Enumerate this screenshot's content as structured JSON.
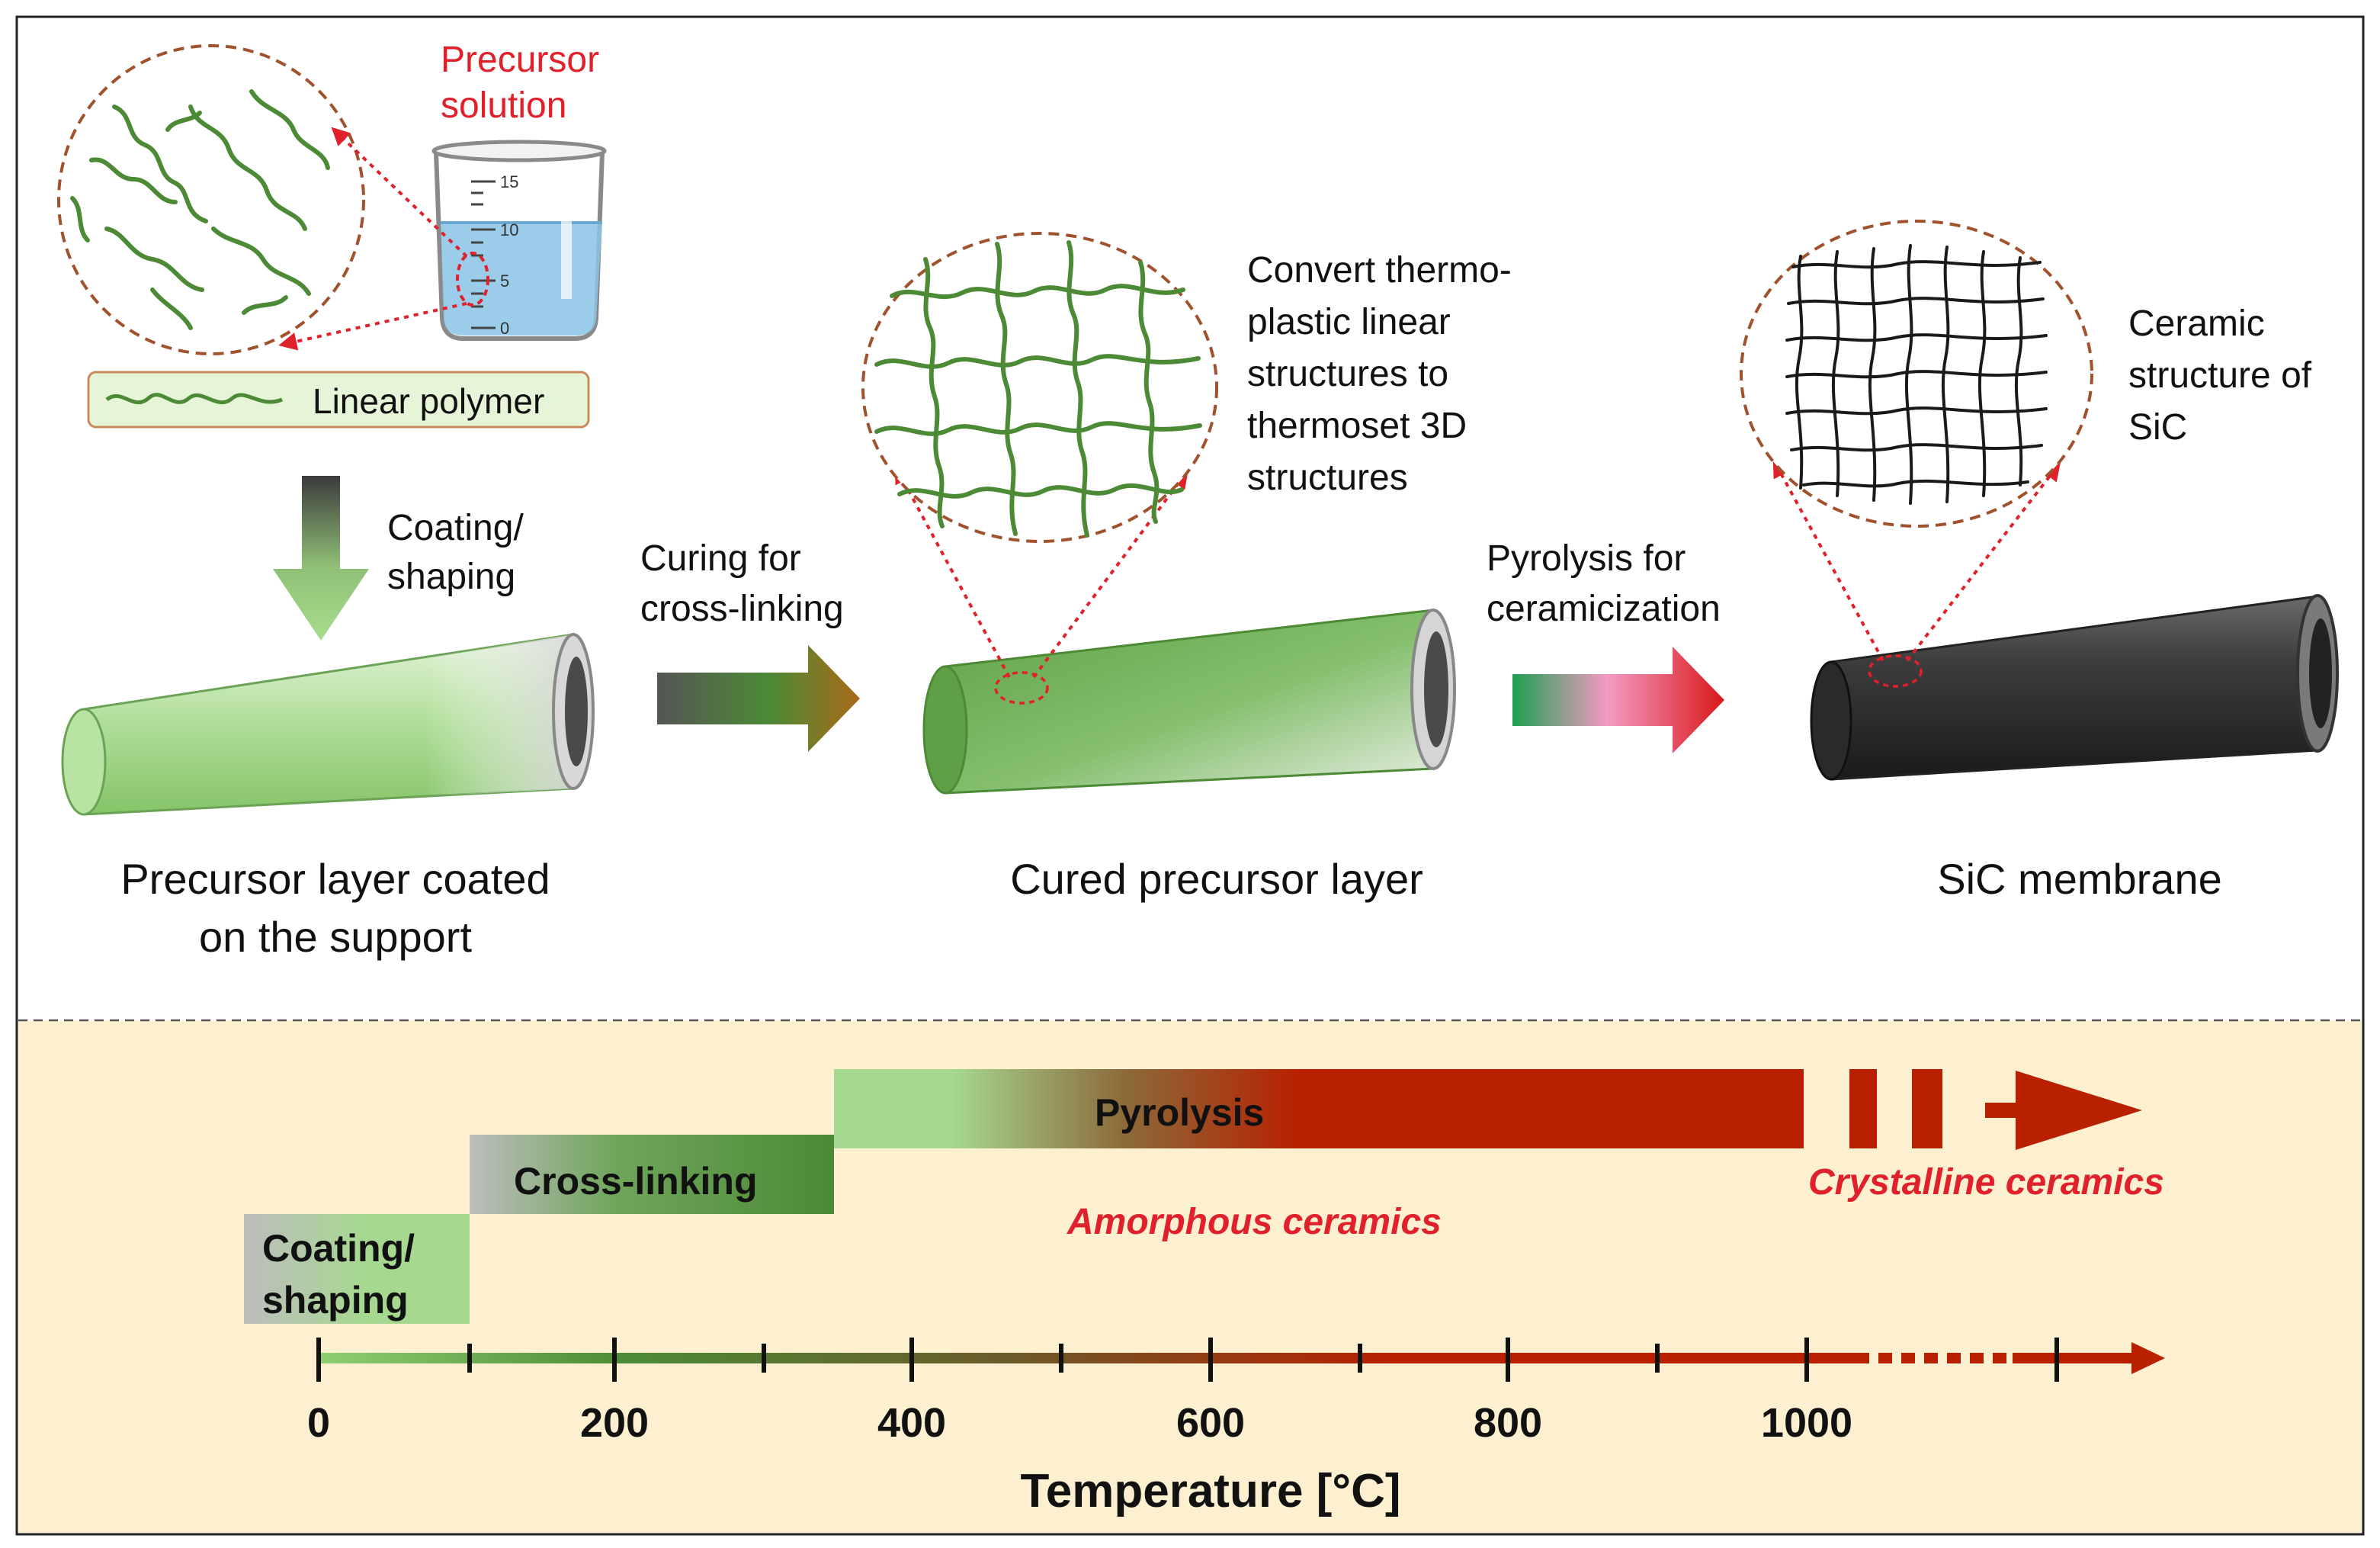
{
  "top": {
    "precursor_solution_line1": "Precursor",
    "precursor_solution_line2": "solution",
    "beaker_ticks": [
      "15",
      "10",
      "5",
      "0"
    ],
    "linear_polymer": "Linear polymer",
    "coating_label_line1": "Coating/",
    "coating_label_line2": "shaping",
    "curing_label_line1": "Curing for",
    "curing_label_line2": "cross-linking",
    "pyrolysis_label_line1": "Pyrolysis  for",
    "pyrolysis_label_line2": "ceramicization",
    "convert_lines": [
      "Convert thermo-",
      "plastic linear",
      "structures to",
      "thermoset 3D",
      "structures"
    ],
    "ceramic_lines": [
      "Ceramic",
      "structure of",
      "SiC"
    ],
    "caption_precursor_line1": "Precursor layer coated",
    "caption_precursor_line2": "on the support",
    "caption_cured": "Cured precursor layer",
    "caption_sic": "SiC membrane"
  },
  "bottom": {
    "stage_coating_line1": "Coating/",
    "stage_coating_line2": "shaping",
    "stage_crosslinking": "Cross-linking",
    "stage_pyrolysis": "Pyrolysis",
    "amorphous": "Amorphous ceramics",
    "crystalline": "Crystalline ceramics",
    "axis_ticks": [
      "0",
      "200",
      "400",
      "600",
      "800",
      "1000"
    ],
    "axis_title": "Temperature [°C]"
  },
  "colors": {
    "light_green": "#a6d98f",
    "dark_green": "#4c8a36",
    "red": "#b82000",
    "panel_bg": "#fdf0d0",
    "annotation_red": "#e0202a",
    "dashed_circle": "#a0522d"
  }
}
